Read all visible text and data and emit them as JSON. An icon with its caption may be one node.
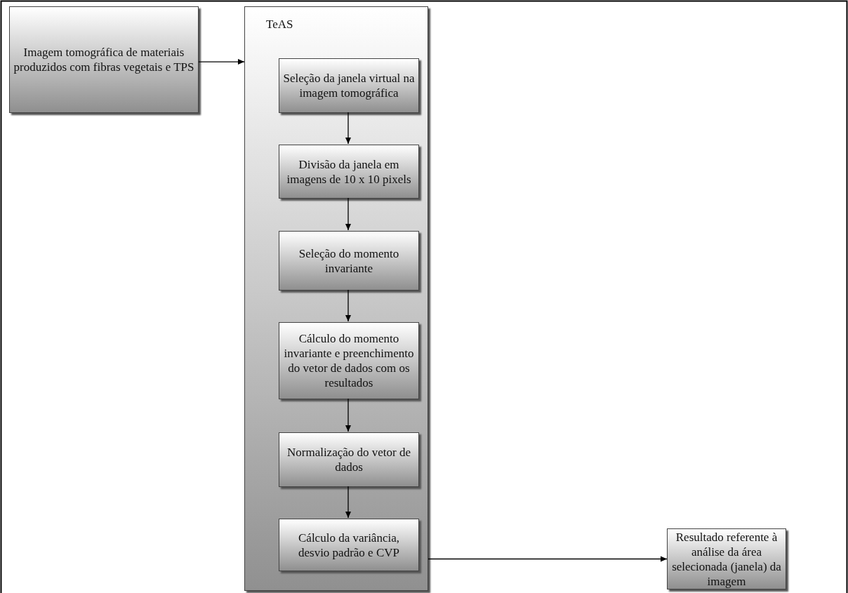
{
  "diagram": {
    "nodes": [
      {
        "text": [
          "Imagem tomográfica de materiais produzidos com fibras vegetais e TPS"
        ]
      },
      {
        "text": [
          "TeAS"
        ]
      },
      {
        "text": [
          "Seleção da janela virtual na imagem tomográfica"
        ],
        "in": 1
      },
      {
        "text": [
          "Divisão da janela em imagens de 10 x 10 pixels"
        ],
        "in": 1
      },
      {
        "text": [
          "Seleção do momento invariante"
        ],
        "in": 1
      },
      {
        "text": [
          "Cálculo do momento invariante e preenchimento do vetor de dados com os resultados"
        ],
        "in": 1
      },
      {
        "text": [
          "Normalização do vetor de dados"
        ],
        "in": 1
      },
      {
        "text": [
          "Cálculo da variância, desvio padrão e CVP"
        ],
        "in": 1
      },
      {
        "text": [
          "Resultado referente à análise da área selecionada (janela) da imagem"
        ]
      }
    ],
    "edges": [
      {
        "from": 0,
        "to": 1,
        "arrow": "to"
      },
      {
        "from": 2,
        "to": 3,
        "arrow": "to"
      },
      {
        "from": 3,
        "to": 4,
        "arrow": "to"
      },
      {
        "from": 4,
        "to": 5,
        "arrow": "to"
      },
      {
        "from": 5,
        "to": 6,
        "arrow": "to"
      },
      {
        "from": 6,
        "to": 7,
        "arrow": "to"
      },
      {
        "from": 1,
        "to": 8,
        "arrow": "to"
      }
    ]
  }
}
